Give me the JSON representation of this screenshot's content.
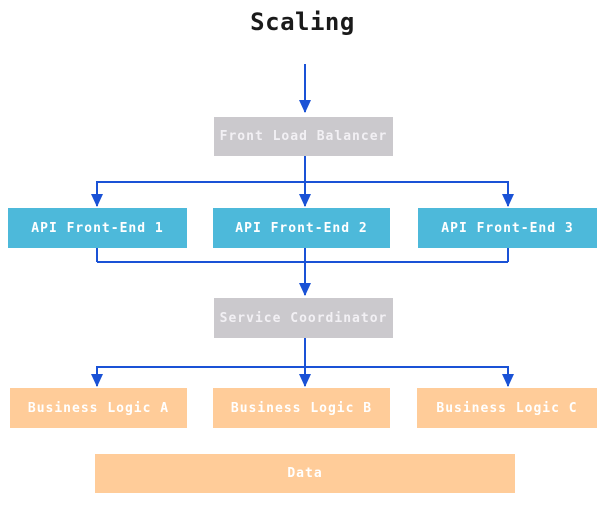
{
  "diagram": {
    "title": "Scaling",
    "nodes": {
      "front_load_balancer": {
        "label": "Front Load Balancer",
        "type": "balancer"
      },
      "api_front_end_1": {
        "label": "API Front-End 1",
        "type": "api"
      },
      "api_front_end_2": {
        "label": "API Front-End 2",
        "type": "api"
      },
      "api_front_end_3": {
        "label": "API Front-End 3",
        "type": "api"
      },
      "service_coordinator": {
        "label": "Service Coordinator",
        "type": "balancer"
      },
      "business_logic_a": {
        "label": "Business Logic A",
        "type": "logic"
      },
      "business_logic_b": {
        "label": "Business Logic B",
        "type": "logic"
      },
      "business_logic_c": {
        "label": "Business Logic C",
        "type": "logic"
      },
      "data": {
        "label": "Data",
        "type": "data-store"
      }
    },
    "edges": [
      {
        "from": null,
        "to": "front_load_balancer"
      },
      {
        "from": "front_load_balancer",
        "to": "api_front_end_1"
      },
      {
        "from": "front_load_balancer",
        "to": "api_front_end_2"
      },
      {
        "from": "front_load_balancer",
        "to": "api_front_end_3"
      },
      {
        "from": "api_front_end_1",
        "to": "service_coordinator"
      },
      {
        "from": "api_front_end_2",
        "to": "service_coordinator"
      },
      {
        "from": "api_front_end_3",
        "to": "service_coordinator"
      },
      {
        "from": "service_coordinator",
        "to": "business_logic_a"
      },
      {
        "from": "service_coordinator",
        "to": "business_logic_b"
      },
      {
        "from": "service_coordinator",
        "to": "business_logic_c"
      }
    ],
    "colors": {
      "arrow": "#1a52d6",
      "balancer_fill": "#cbc9cd",
      "api_fill": "#4db9da",
      "logic_fill": "#ffcc99",
      "data_fill": "#ffcc99",
      "label_text": "#ffffff",
      "title_text": "#1a1a1a",
      "background": "#ffffff"
    }
  }
}
